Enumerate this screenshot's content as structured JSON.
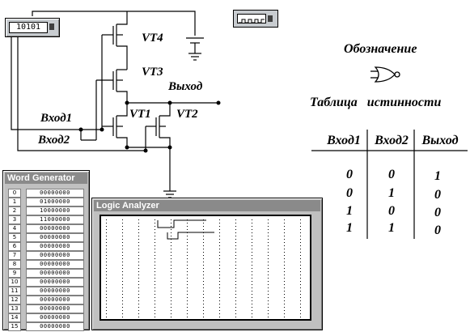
{
  "schematic": {
    "labels": {
      "vt4": "VT4",
      "vt3": "VT3",
      "vt1": "VT1",
      "vt2": "VT2",
      "output": "Выход",
      "input1": "Вход1",
      "input2": "Вход2"
    },
    "word_gen_display": "10101"
  },
  "symbol": {
    "heading": "Обозначение",
    "gate_icon": "nor-gate-icon"
  },
  "truth_table": {
    "title": "Таблица истинности",
    "headers": [
      "Вход1",
      "Вход2",
      "Выход"
    ],
    "rows": [
      [
        "0",
        "0",
        "1"
      ],
      [
        "0",
        "1",
        "0"
      ],
      [
        "1",
        "0",
        "0"
      ],
      [
        "1",
        "1",
        "0"
      ]
    ]
  },
  "word_generator": {
    "title": "Word Generator",
    "rows": [
      {
        "index": "0",
        "value": "00000000"
      },
      {
        "index": "1",
        "value": "01000000"
      },
      {
        "index": "2",
        "value": "10000000"
      },
      {
        "index": "3",
        "value": "11000000"
      },
      {
        "index": "4",
        "value": "00000000"
      },
      {
        "index": "5",
        "value": "00000000"
      },
      {
        "index": "6",
        "value": "00000000"
      },
      {
        "index": "7",
        "value": "00000000"
      },
      {
        "index": "8",
        "value": "00000000"
      },
      {
        "index": "9",
        "value": "00000000"
      },
      {
        "index": "10",
        "value": "00000000"
      },
      {
        "index": "11",
        "value": "00000000"
      },
      {
        "index": "12",
        "value": "00000000"
      },
      {
        "index": "13",
        "value": "00000000"
      },
      {
        "index": "14",
        "value": "00000000"
      },
      {
        "index": "15",
        "value": "00000000"
      }
    ]
  },
  "logic_analyzer": {
    "title": "Logic Analyzer"
  },
  "colors": {
    "window_bg": "#c0c0c0",
    "title_bg": "#8a8a8a",
    "title_fg": "#ffffff"
  }
}
